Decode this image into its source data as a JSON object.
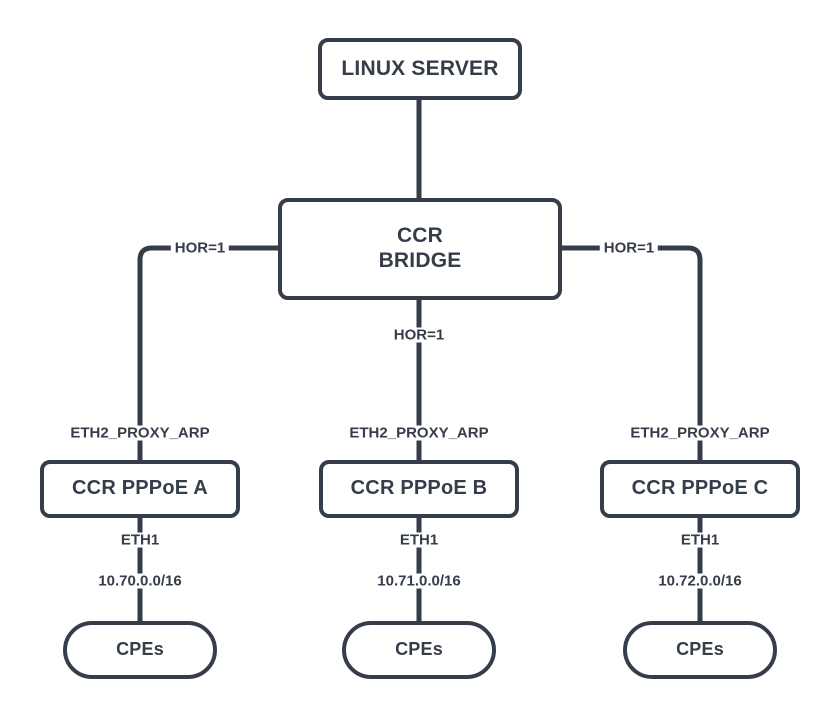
{
  "diagram": {
    "type": "network-topology",
    "stroke_color": "#363D4A",
    "background_color": "#ffffff",
    "nodes": {
      "linux_server": {
        "label": "LINUX SERVER",
        "shape": "rounded-rect"
      },
      "ccr_bridge": {
        "label_line1": "CCR",
        "label_line2": "BRIDGE",
        "shape": "rounded-rect"
      },
      "pppoe_a": {
        "label": "CCR PPPoE A",
        "shape": "rounded-rect"
      },
      "pppoe_b": {
        "label": "CCR PPPoE B",
        "shape": "rounded-rect"
      },
      "pppoe_c": {
        "label": "CCR PPPoE C",
        "shape": "rounded-rect"
      },
      "cpes_a": {
        "label": "CPEs",
        "shape": "pill"
      },
      "cpes_b": {
        "label": "CPEs",
        "shape": "pill"
      },
      "cpes_c": {
        "label": "CPEs",
        "shape": "pill"
      }
    },
    "edge_labels": {
      "bridge_to_a": "HOR=1",
      "bridge_to_b": "HOR=1",
      "bridge_to_c": "HOR=1",
      "proxy_arp_a": "ETH2_PROXY_ARP",
      "proxy_arp_b": "ETH2_PROXY_ARP",
      "proxy_arp_c": "ETH2_PROXY_ARP",
      "eth1_a": "ETH1",
      "eth1_b": "ETH1",
      "eth1_c": "ETH1",
      "subnet_a": "10.70.0.0/16",
      "subnet_b": "10.71.0.0/16",
      "subnet_c": "10.72.0.0/16"
    }
  }
}
